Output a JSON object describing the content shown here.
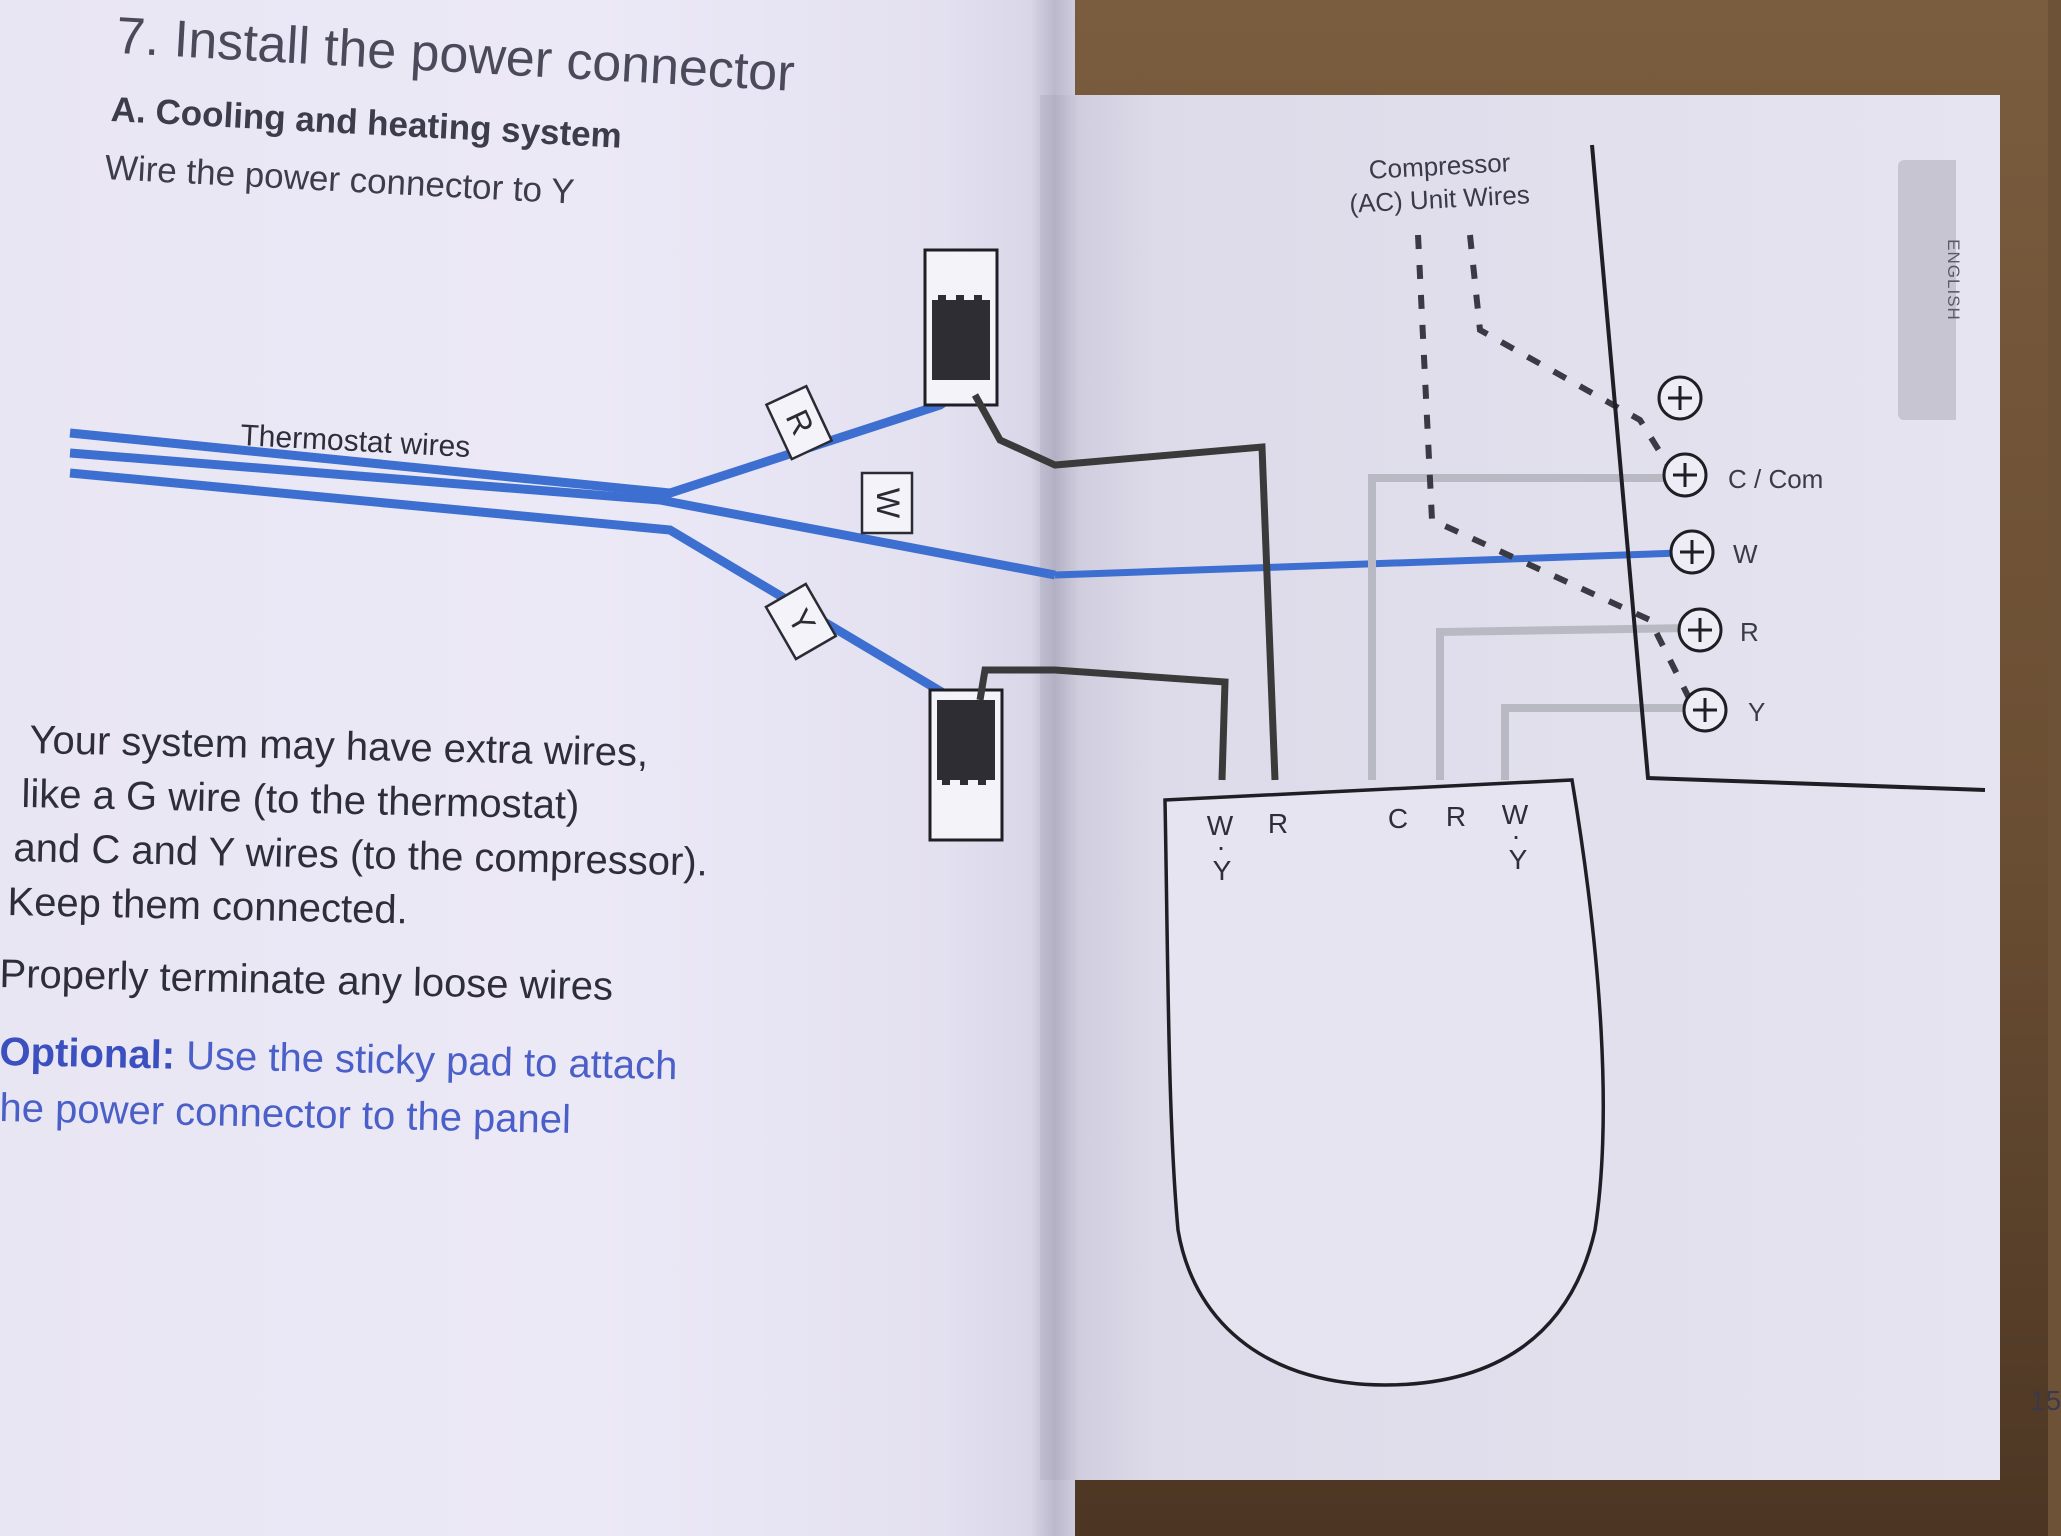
{
  "page": {
    "step_title": "7. Install the power connector",
    "section_title": "A. Cooling and heating system",
    "instruction": "Wire the power connector to Y",
    "body_lines": [
      "Your system may have extra wires,",
      "like a G wire (to the thermostat)",
      "and C and Y wires (to the compressor).",
      "Keep them connected."
    ],
    "terminate_note": "Properly terminate any loose wires",
    "optional_label": "Optional:",
    "optional_line1": " Use the sticky pad to attach",
    "optional_line2": "he power connector to the panel",
    "side_tab": "ENGLISH",
    "page_number": "15"
  },
  "diagram": {
    "thermostat_wires_label": "Thermostat wires",
    "wire_tags": {
      "r": "R",
      "w": "W",
      "y": "Y"
    },
    "compressor_label_line1": "Compressor",
    "compressor_label_line2": "(AC) Unit Wires",
    "terminals": [
      "C / Com",
      "W",
      "R",
      "Y"
    ],
    "connector_labels": {
      "left_w": "W",
      "left_dot": "·",
      "left_y": "Y",
      "left_r": "R",
      "right_c": "C",
      "right_r": "R",
      "right_w": "W",
      "right_dot": "·",
      "right_y": "Y"
    },
    "colors": {
      "thermostat_wire": "#3d6fd1",
      "power_wire": "#3a3a3a",
      "existing_wire": "#b9b9c4",
      "outline": "#1e1e24"
    }
  }
}
